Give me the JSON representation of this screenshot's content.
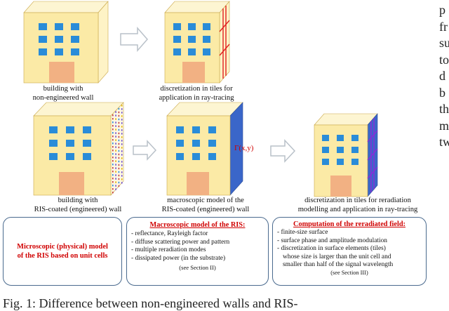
{
  "captions": {
    "b1": [
      "building with",
      "non-engineered wall"
    ],
    "b2": [
      "discretization in tiles for",
      "application in ray-tracing"
    ],
    "b3": [
      "building with",
      "RIS-coated (engineered) wall"
    ],
    "b4": [
      "macroscopic model of the",
      "RIS-coated (engineered) wall"
    ],
    "b5": [
      "discretization in tiles for reradiation",
      "modelling and application in ray-tracing"
    ]
  },
  "gamma_label": "Γ(x,y)",
  "box1": {
    "lines": [
      "Microscopic (physical) model",
      "of the RIS based on unit cells"
    ]
  },
  "box2": {
    "title": "Macroscopic model of the RIS:",
    "items": [
      "- reflectance, Rayleigh factor",
      "- diffuse scattering power and pattern",
      "- multiple reradiation modes",
      "- dissipated power (in the substrate)"
    ],
    "ref": "(see Section II)"
  },
  "box3": {
    "title": "Computation of the reradiated field:",
    "items": [
      "- finite-size surface",
      "- surface phase and amplitude modulation",
      "- discretization in surface elements (tiles)",
      "  whose size is larger than the unit cell and",
      "  smaller than half of the signal wavelength"
    ],
    "ref": "(see Section III)"
  },
  "side_text": [
    "p",
    "fr",
    "su",
    "to",
    "d",
    "b",
    "th",
    "m",
    "tw"
  ],
  "figure_caption": "Fig. 1: Difference between non-engineered walls and RIS-",
  "colors": {
    "front": "#fbeaa6",
    "top": "#fdf5d2",
    "side_plain": "#fef3c6",
    "side_blue": "#3a66c9",
    "window": "#2a8cd8",
    "door": "#f2b183",
    "grid_red": "#e02020",
    "grid_purple": "#8a2bd8",
    "box_border": "#4a6a8e"
  }
}
